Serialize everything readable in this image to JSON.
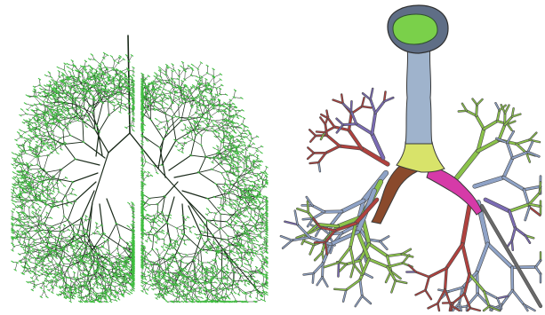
{
  "figure": {
    "panels": [
      {
        "id": "left",
        "content": "skeletal-airway-tree-render"
      },
      {
        "id": "right",
        "content": "segmented-airway-surface-render"
      }
    ]
  },
  "colors": {
    "background": "#ffffff",
    "skeleton_edge": "#1a2a1a",
    "skeleton_node": "#3fbf3f",
    "trachea": "#9fb3cc",
    "trachea_top": "#5f6e86",
    "trachea_cap": "#7ad04a",
    "carina": "#d8e36a",
    "left_main_bronchus": "#8a4a2c",
    "right_main_bronchus": "#d63aa8",
    "branch_blue": "#8fa3c7",
    "branch_green": "#8bc34a",
    "branch_red": "#b0413e",
    "branch_purple": "#7b6bb5"
  }
}
